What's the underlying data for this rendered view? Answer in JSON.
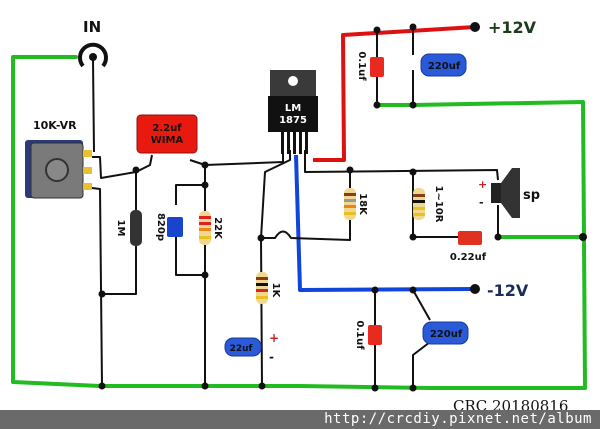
{
  "title": "LM1875 amplifier circuit",
  "colors": {
    "ground": "#22bb22",
    "positive_rail": "#dd1111",
    "negative_rail": "#1144dd",
    "wire": "#111111",
    "label_rail": "#1b3b1b"
  },
  "labels": {
    "input": "IN",
    "volume": "10K-VR",
    "input_cap": "2.2uf",
    "input_cap_brand": "WIMA",
    "ic_line1": "LM",
    "ic_line2": "1875",
    "vpos": "+12V",
    "vneg": "-12V",
    "speaker": "sp",
    "speaker_plus": "+",
    "speaker_minus": "-",
    "r_bias": "1M",
    "c_filter": "820p",
    "r_input": "22K",
    "r_feedback": "18K",
    "r_ground": "1K",
    "c_feedback": "22uf",
    "c_fb_plus": "+",
    "c_fb_minus": "-",
    "r_zobel": "1~10R",
    "c_zobel": "0.22uf",
    "c_pos_small": "0.1uf",
    "c_pos_big": "220uf",
    "c_neg_small": "0.1uf",
    "c_neg_big": "220uf"
  },
  "footer": {
    "signature": "CRC 20180816",
    "url": "http://crcdiy.pixnet.net/album"
  }
}
